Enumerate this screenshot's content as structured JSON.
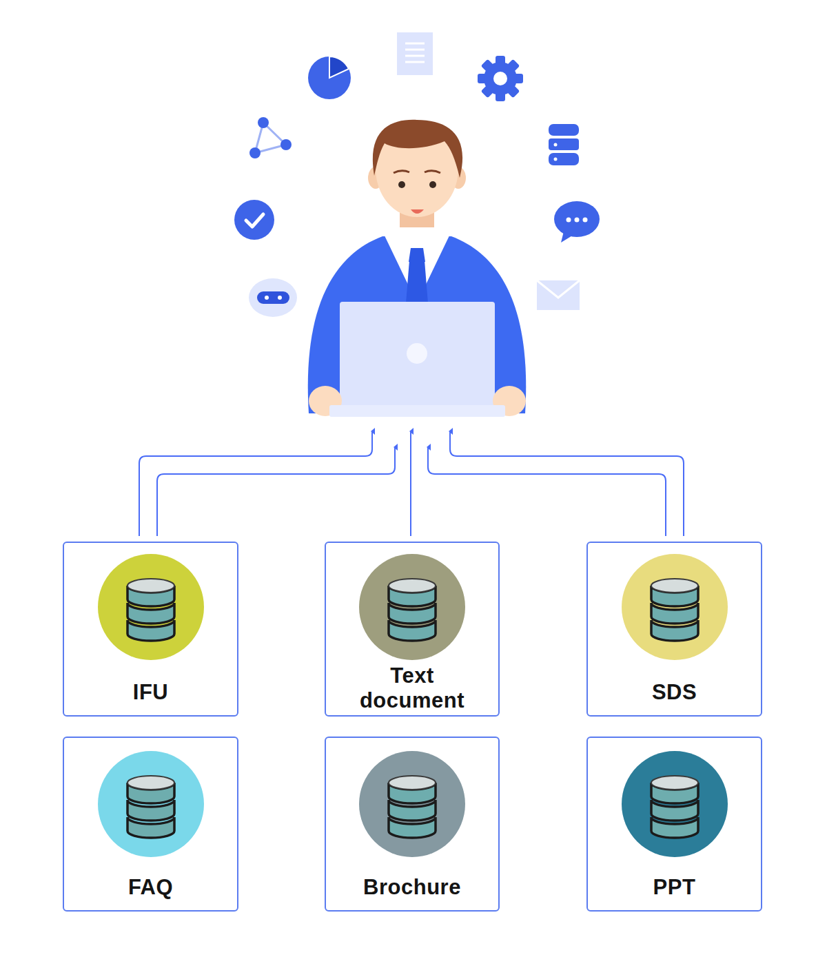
{
  "diagram": {
    "nodes": [
      {
        "text": [
          "IFU"
        ]
      },
      {
        "text": [
          "Text document"
        ]
      },
      {
        "text": [
          "SDS"
        ]
      },
      {
        "text": [
          "FAQ"
        ]
      },
      {
        "text": [
          "Brochure"
        ]
      },
      {
        "text": [
          "PPT"
        ]
      }
    ]
  }
}
